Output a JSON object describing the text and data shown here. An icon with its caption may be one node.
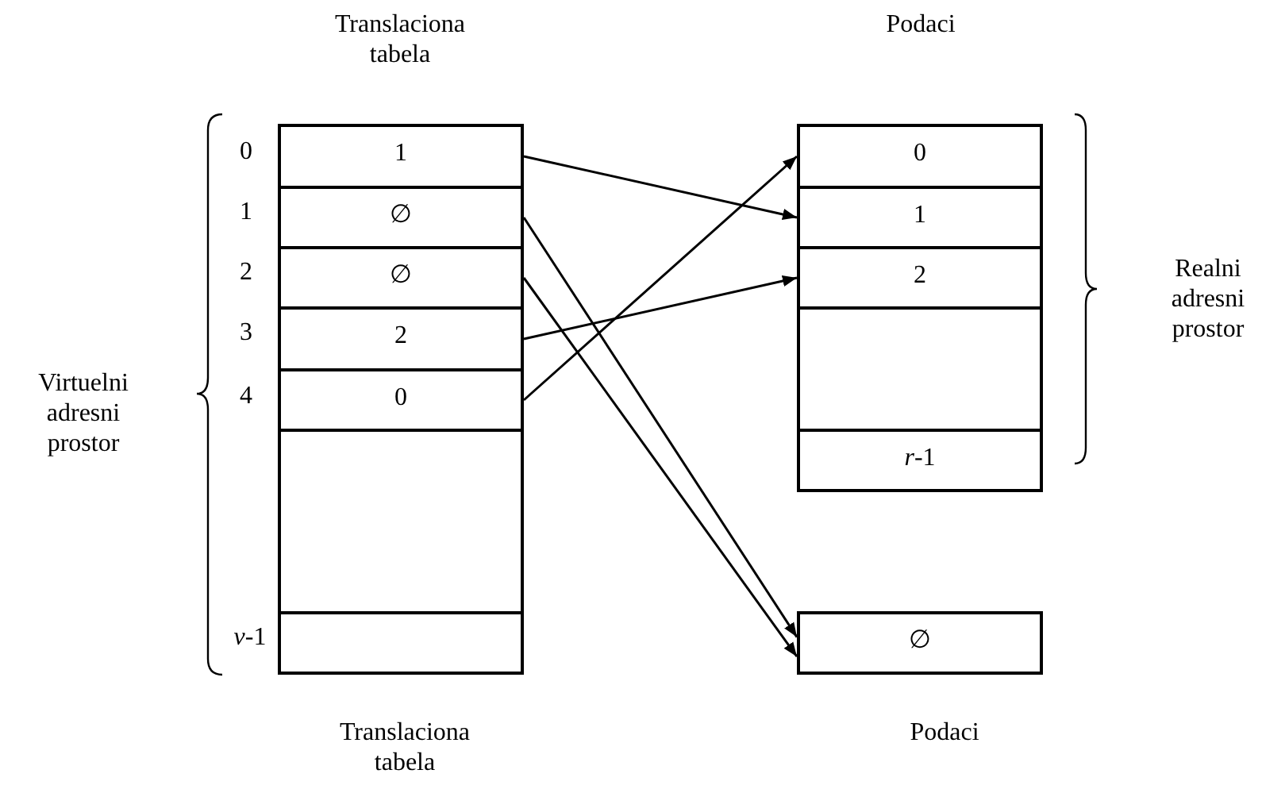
{
  "diagram": {
    "nodes": [
      {
        "text": [
          "1"
        ]
      },
      {
        "text": [
          "∅"
        ]
      },
      {
        "text": [
          "∅"
        ]
      },
      {
        "text": [
          "2"
        ]
      },
      {
        "text": [
          "0"
        ]
      },
      {
        "text": [],
        "shape": "box"
      },
      {
        "text": [],
        "shape": "box"
      },
      {
        "text": [
          "0"
        ]
      },
      {
        "text": [
          "1"
        ]
      },
      {
        "text": [
          "2"
        ]
      },
      {
        "text": [],
        "shape": "box"
      },
      {
        "text": [
          "*r*-1"
        ]
      },
      {
        "text": [
          "∅"
        ]
      }
    ],
    "edges": [
      {
        "from": 0,
        "to": 8,
        "arrow": "to"
      },
      {
        "from": 1,
        "to": 12,
        "arrow": "to"
      },
      {
        "from": 2,
        "to": 12,
        "arrow": "to"
      },
      {
        "from": 3,
        "to": 9,
        "arrow": "to"
      },
      {
        "from": 4,
        "to": 7,
        "arrow": "to"
      }
    ],
    "labels": [
      "Translaciona tabela",
      "Podaci",
      "0",
      "1",
      "2",
      "3",
      "4",
      "Virtuelni adresni prostor",
      "Realni adresni prostor",
      "*v*-1",
      "Translaciona tabela",
      "Podaci"
    ]
  }
}
